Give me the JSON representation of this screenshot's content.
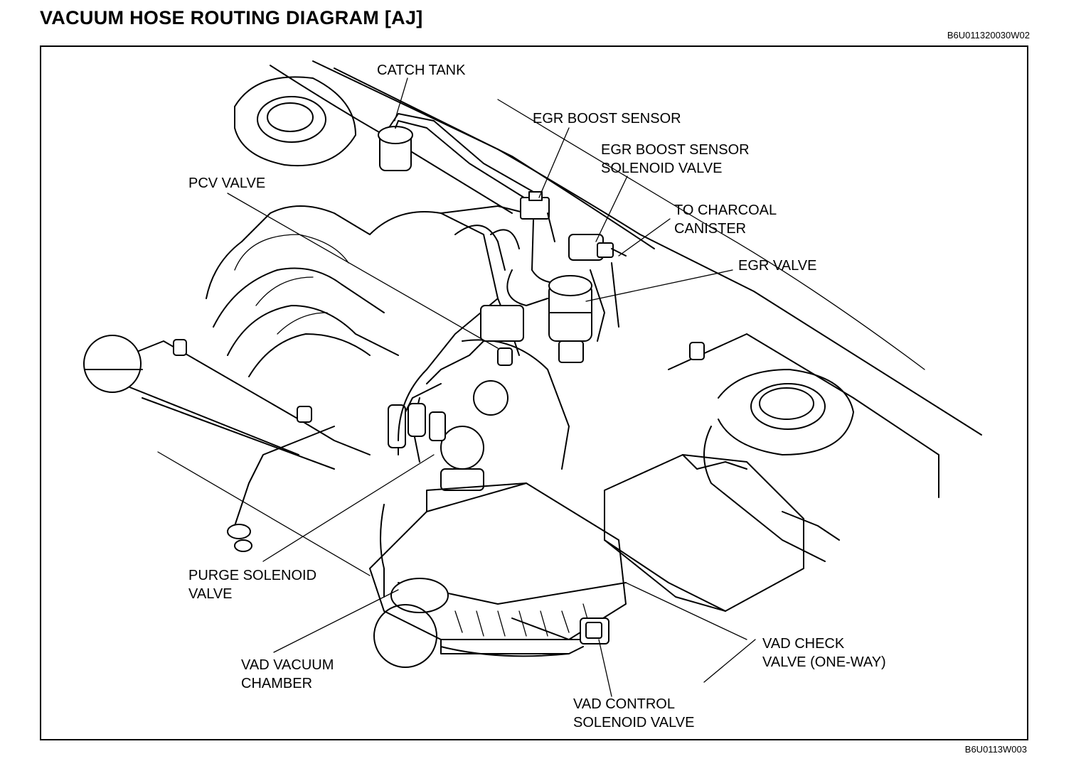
{
  "header": {
    "title": "VACUUM HOSE ROUTING DIAGRAM [AJ]",
    "code_top": "B6U011320030W02",
    "code_bottom": "B6U0113W003"
  },
  "labels": {
    "catch_tank": "CATCH TANK",
    "egr_boost_sensor": "EGR BOOST SENSOR",
    "egr_boost_solenoid_line1": "EGR BOOST SENSOR",
    "egr_boost_solenoid_line2": "SOLENOID VALVE",
    "charcoal_line1": "TO CHARCOAL",
    "charcoal_line2": "CANISTER",
    "pcv_valve": "PCV VALVE",
    "egr_valve": "EGR VALVE",
    "purge_line1": "PURGE SOLENOID",
    "purge_line2": "VALVE",
    "vad_chamber_line1": "VAD VACUUM",
    "vad_chamber_line2": "CHAMBER",
    "vad_check_line1": "VAD CHECK",
    "vad_check_line2": "VALVE (ONE-WAY)",
    "vad_control_line1": "VAD CONTROL",
    "vad_control_line2": "SOLENOID VALVE"
  },
  "colors": {
    "ink": "#000000",
    "paper": "#ffffff"
  }
}
